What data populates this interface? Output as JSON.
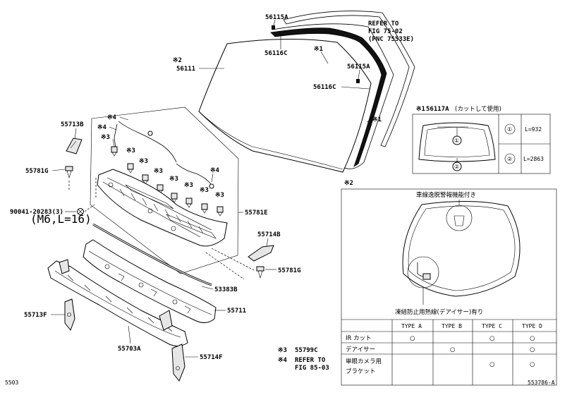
{
  "diagram_number": "5503",
  "image_code": "553786-A",
  "parts": {
    "p56115A_top": "56115A",
    "p56116C_top": "56116C",
    "p56111": "56111",
    "p56115A_mid": "56115A",
    "p56116C_mid": "56116C",
    "p55713B": "55713B",
    "p55781G_left": "55781G",
    "p90041": "90041-20283(3)",
    "p90041_spec": "(M6,L=16)",
    "p55781E": "55781E",
    "p55714B": "55714B",
    "p55781G_right": "55781G",
    "p53383B": "53383B",
    "p55711": "55711",
    "p55713F": "55713F",
    "p55703A": "55703A",
    "p55714F": "55714F",
    "p55799C": "55799C"
  },
  "marks": {
    "m1": "※1",
    "m2": "※2",
    "m3": "※3",
    "m4": "※4"
  },
  "refer_top": {
    "line1": "REFER TO",
    "line2": "FIG 75-02",
    "line3": "(PNC 75533E)"
  },
  "notes": {
    "note3_mark": "※3",
    "note3_part": "55799C",
    "note4_mark": "※4",
    "note4_line1": "REFER TO",
    "note4_line2": "FIG 85-03"
  },
  "inset1": {
    "title_mark": "※1",
    "title_part": "56117A",
    "title_text": "(カットして使用)",
    "rows": [
      {
        "num": "①",
        "length": "L=932"
      },
      {
        "num": "②",
        "length": "L=2863"
      }
    ],
    "callout1": "①",
    "callout2": "②"
  },
  "inset2": {
    "mark": "※2",
    "top_label": "車線逸脱警報機能付き",
    "bottom_label": "凍結防止用熱線(デアイサー)有り",
    "table": {
      "headers": [
        "",
        "TYPE A",
        "TYPE B",
        "TYPE C",
        "TYPE D"
      ],
      "rows": [
        {
          "label": "IR カット",
          "cells": [
            "○",
            "",
            "○",
            "○"
          ]
        },
        {
          "label": "デアイサー",
          "cells": [
            "",
            "○",
            "",
            "○"
          ]
        },
        {
          "label": "単眼カメラ用",
          "label2": "ブラケット",
          "cells": [
            "",
            "",
            "○",
            "○"
          ]
        }
      ]
    }
  }
}
